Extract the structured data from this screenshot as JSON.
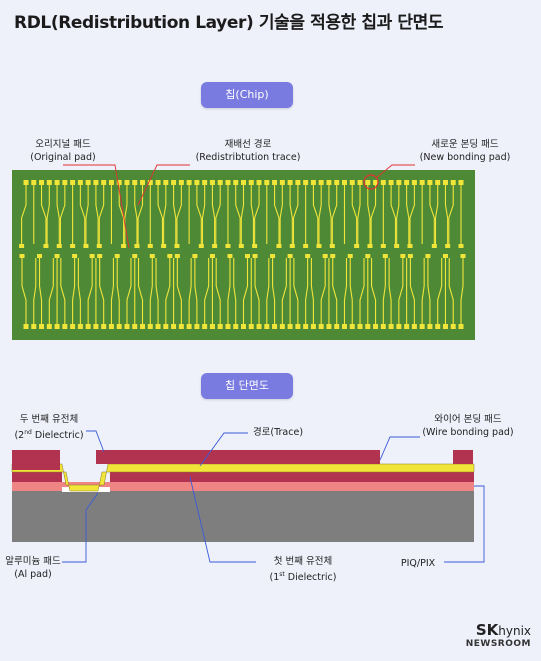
{
  "title": "RDL(Redistribution Layer) 기술을 적용한 칩과 단면도",
  "chip_section": {
    "pill": "칩(Chip)",
    "labels": {
      "original_pad_ko": "오리지널 패드",
      "original_pad_en": "(Original pad)",
      "trace_ko": "재배선 경로",
      "trace_en": "(Redistribtution trace)",
      "new_pad_ko": "새로운 본딩 패드",
      "new_pad_en": "(New bonding pad)"
    }
  },
  "cross_section": {
    "pill": "칩 단면도",
    "labels": {
      "second_dielectric_ko": "두 번째 유전체",
      "second_dielectric_sup": "nd",
      "second_dielectric_num": "(2",
      "second_dielectric_en": " Dielectric)",
      "trace": "경로(Trace)",
      "wire_pad_ko": "와이어 본딩 패드",
      "wire_pad_en": "(Wire bonding pad)",
      "al_pad_ko": "알루미늄 패드",
      "al_pad_en": "(Al pad)",
      "first_dielectric_ko": "첫 번째 유전체",
      "first_dielectric_num": "(1",
      "first_dielectric_sup": "st",
      "first_dielectric_en": " Dielectric)",
      "piq_pix": "PIQ/PIX"
    }
  },
  "brand": {
    "logo_sk": "SK",
    "logo_hynix": "hynix",
    "sub": "NEWSROOM"
  },
  "colors": {
    "background": "#eef0fa",
    "chip_green": "#4e8a36",
    "pad_yellow": "#f1e53a",
    "pill_purple": "#7a7be0",
    "dielectric_red": "#b2334f",
    "piq_pink": "#f08585",
    "substrate_gray": "#7e7e7e",
    "leader_red": "#e03131"
  }
}
